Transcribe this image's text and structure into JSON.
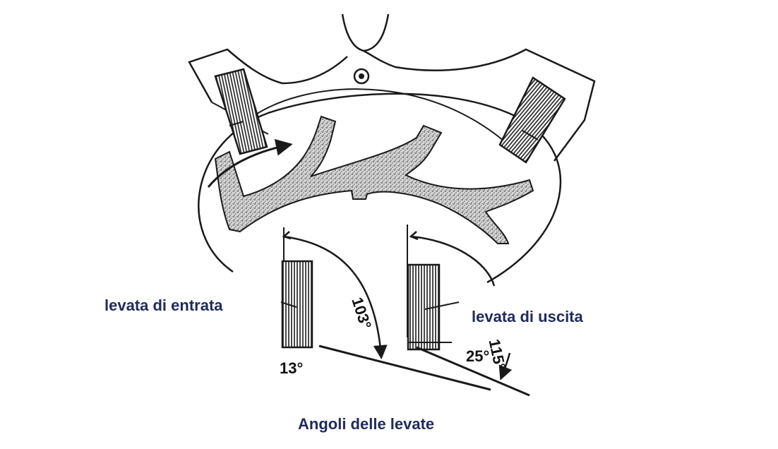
{
  "labels": {
    "entry_pallet": "levata di entrata",
    "exit_pallet": "levata di uscita",
    "caption": "Angoli delle levate",
    "entry_angle": "13°",
    "exit_angle": "25°",
    "entry_arc_angle": "103°",
    "exit_arc_angle": "115°"
  },
  "colors": {
    "ink": "#1a1a1a",
    "label_text": "#1f2b5c",
    "stipple": "#555555"
  }
}
